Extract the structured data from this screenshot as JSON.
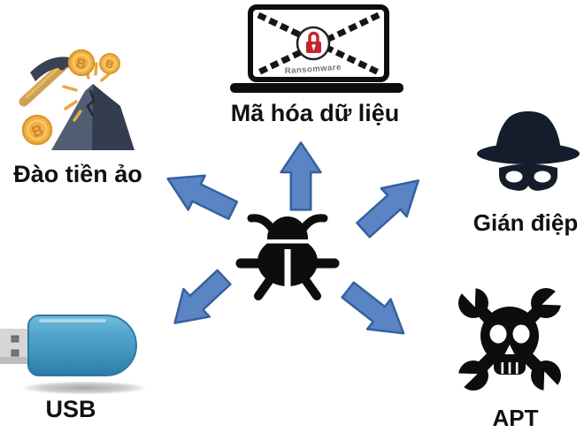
{
  "diagram": {
    "description": "Malware spread diagram with central bug and five threat vectors",
    "center": {
      "name": "malware-bug"
    },
    "nodes": [
      {
        "id": "crypto-mining",
        "label": "Đào tiền ảo"
      },
      {
        "id": "ransomware",
        "label": "Mã hóa dữ liệu",
        "screen_text": "Ransomware"
      },
      {
        "id": "spyware",
        "label": "Gián điệp"
      },
      {
        "id": "usb",
        "label": "USB"
      },
      {
        "id": "apt",
        "label": "APT"
      }
    ],
    "coin_symbol": "B",
    "colors": {
      "background": "#ffffff",
      "arrow_fill": "#5b84c4",
      "arrow_stroke": "#35619e",
      "icon_black": "#0d0d0d",
      "spy_navy": "#141d2c",
      "lock_red": "#c4242b",
      "coin_gold": "#f0ad42",
      "usb_blue": "#479bc5",
      "rock_slate": "#4c5669"
    }
  }
}
